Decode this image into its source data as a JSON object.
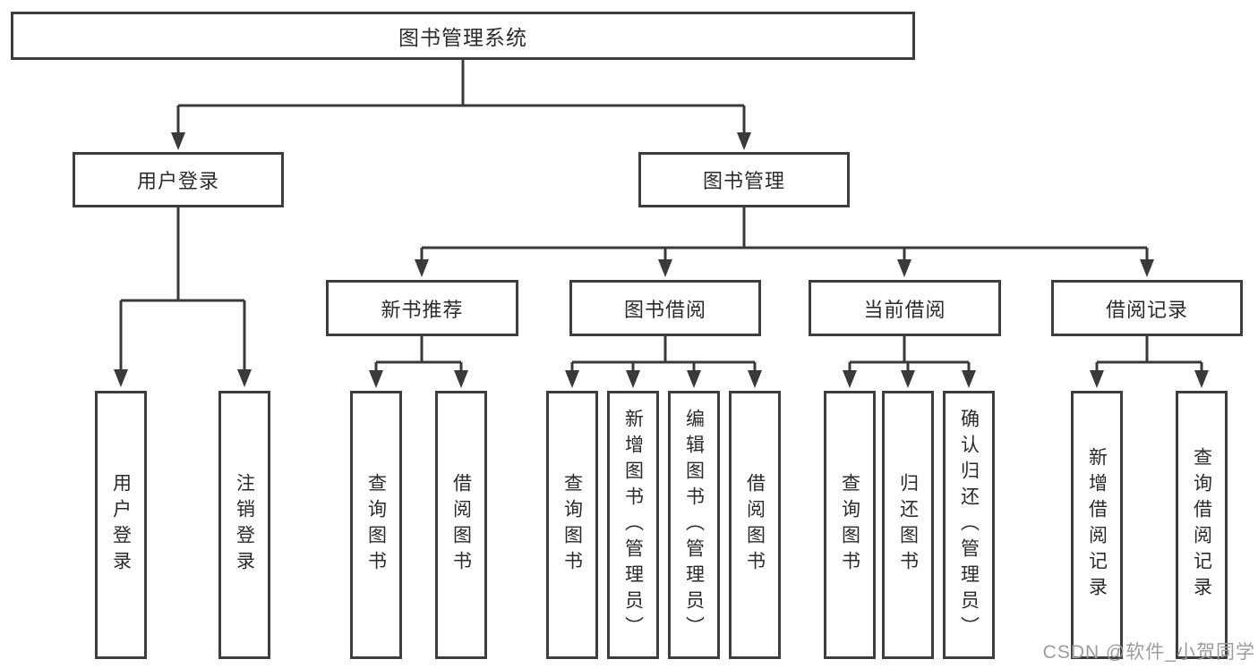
{
  "diagram": {
    "root": {
      "label": "图书管理系统"
    },
    "branches": [
      {
        "label": "用户登录",
        "leaves": [
          "用户登录",
          "注销登录"
        ]
      },
      {
        "label": "图书管理",
        "children": [
          {
            "label": "新书推荐",
            "leaves": [
              "查询图书",
              "借阅图书"
            ]
          },
          {
            "label": "图书借阅",
            "leaves": [
              "查询图书",
              "新增图书（管理员）",
              "编辑图书（管理员）",
              "借阅图书"
            ]
          },
          {
            "label": "当前借阅",
            "leaves": [
              "查询图书",
              "归还图书",
              "确认归还（管理员）"
            ]
          },
          {
            "label": "借阅记录",
            "leaves": [
              "新增借阅记录",
              "查询借阅记录"
            ]
          }
        ]
      }
    ]
  },
  "watermark": {
    "text": "CSDN @软件_小贺同学"
  },
  "colors": {
    "line": "#3a3a3a",
    "box_border": "#3e3e3e",
    "box_fill": "#ffffff",
    "text": "#2b2b2b",
    "watermark": "#9c9c9c",
    "background": "#ffffff"
  }
}
